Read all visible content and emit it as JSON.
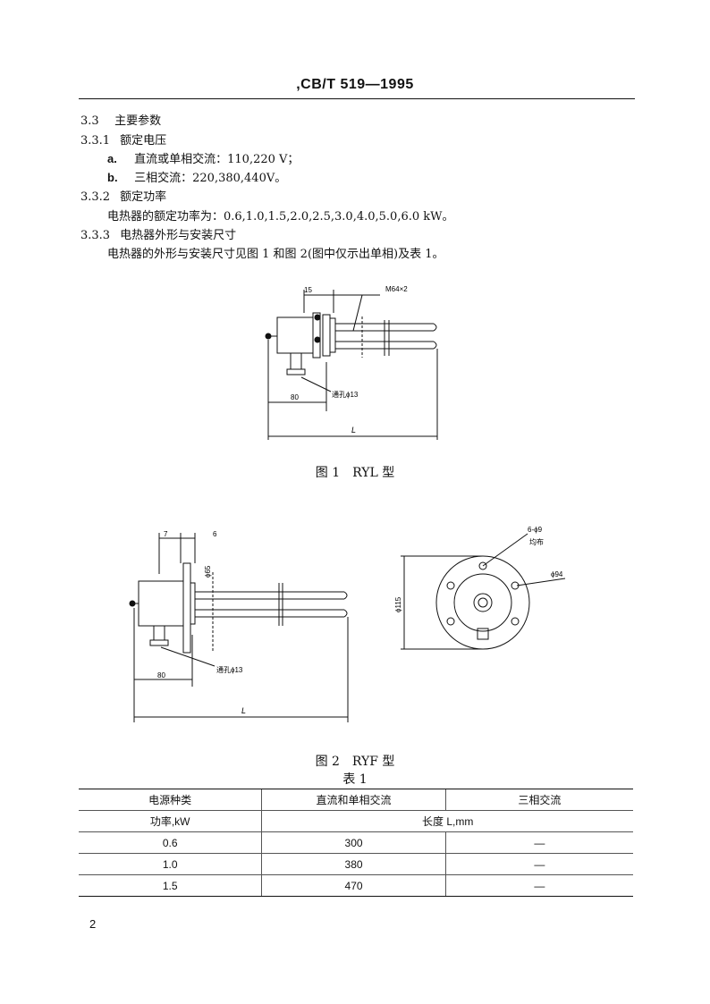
{
  "header": {
    "title": ",CB/T 519—1995"
  },
  "sections": {
    "s33": {
      "num": "3.3",
      "title": "主要参数"
    },
    "s331": {
      "num": "3.3.1",
      "title": "额定电压"
    },
    "s331a": {
      "label": "a.",
      "text": "直流或单相交流：110,220 V；"
    },
    "s331b": {
      "label": "b.",
      "text": "三相交流：220,380,440V。"
    },
    "s332": {
      "num": "3.3.2",
      "title": "额定功率"
    },
    "s332_text": "电热器的额定功率为：0.6,1.0,1.5,2.0,2.5,3.0,4.0,5.0,6.0 kW。",
    "s333": {
      "num": "3.3.3",
      "title": "电热器外形与安装尺寸"
    },
    "s333_text": "电热器的外形与安装尺寸见图 1 和图 2(图中仅示出单相)及表 1。"
  },
  "figure1": {
    "caption": "图 1　RYL 型",
    "dim_15": "15",
    "dim_thread": "M64×2",
    "dim_80": "80",
    "dim_L": "L",
    "hole_label": "通孔ϕ13"
  },
  "figure2": {
    "caption": "图 2　RYF 型",
    "dim_7": "7",
    "dim_6": "6",
    "dim_65": "ϕ65",
    "dim_80": "80",
    "dim_L": "L",
    "hole_label": "通孔ϕ13",
    "dim_holes": "6-ϕ9",
    "dim_even": "均布",
    "dim_94": "ϕ94",
    "dim_115": "ϕ115"
  },
  "table1": {
    "title": "表 1",
    "header1": [
      "电源种类",
      "直流和单相交流",
      "三相交流"
    ],
    "header2": {
      "power": "功率,kW",
      "length": "长度 L,mm"
    },
    "rows": [
      {
        "power": "0.6",
        "single": "300",
        "three": "—"
      },
      {
        "power": "1.0",
        "single": "380",
        "three": "—"
      },
      {
        "power": "1.5",
        "single": "470",
        "three": "—"
      }
    ]
  },
  "page_number": "2"
}
